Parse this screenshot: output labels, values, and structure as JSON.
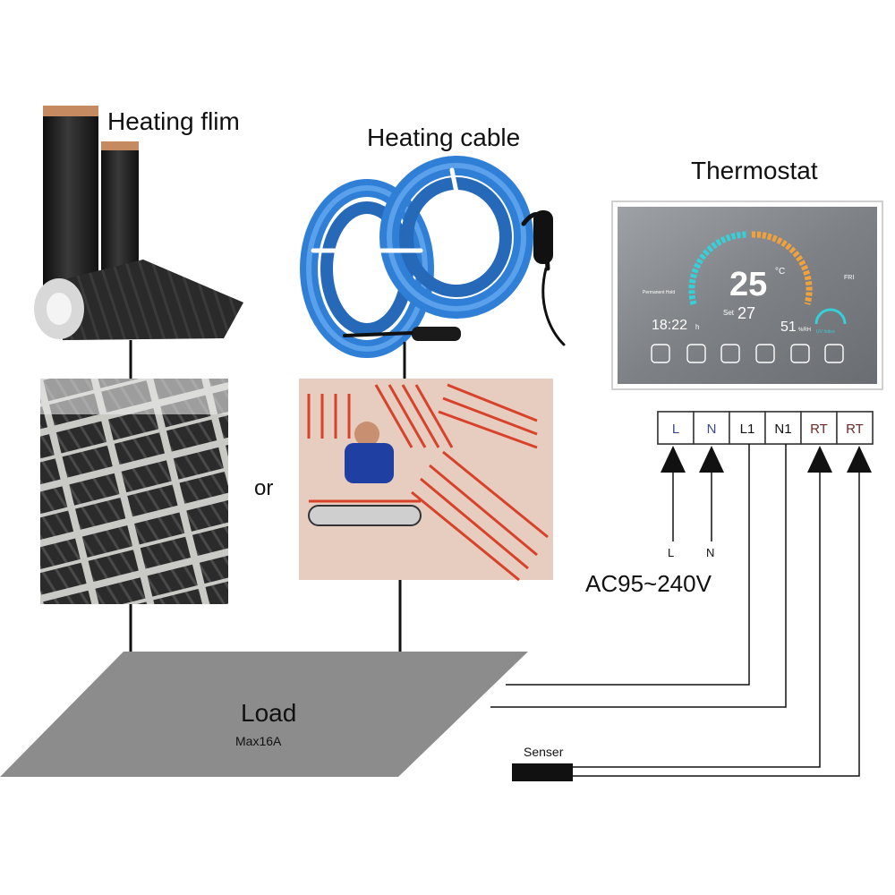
{
  "labels": {
    "heating_film": "Heating flim",
    "heating_cable": "Heating cable",
    "thermostat": "Thermostat",
    "or": "or",
    "load": "Load",
    "load_max": "Max16A",
    "sensor": "Senser",
    "supply_voltage": "AC95~240V",
    "line_L": "L",
    "line_N": "N"
  },
  "terminals": [
    "L",
    "N",
    "L1",
    "N1",
    "RT",
    "RT"
  ],
  "thermostat_display": {
    "temperature": "25",
    "unit": "°C",
    "set_label": "Set",
    "set_temp": "27",
    "time": "18:22",
    "time_suffix": "h",
    "humidity": "51",
    "humidity_unit": "%RH",
    "day": "FRI",
    "mode": "Permanent Hold",
    "uv": "UV Index"
  },
  "colors": {
    "load_plate": "#8c8c8c",
    "wire": "#111111",
    "cable_blue": "#2f7fd6",
    "film_black": "#1a1a1a",
    "thermostat_panel": "#8a8d92",
    "display_cyan": "#35d0d8",
    "display_orange": "#f2a23a"
  }
}
